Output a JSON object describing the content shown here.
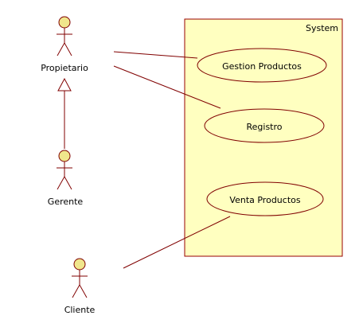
{
  "system": {
    "label": "System",
    "fill": "#ffffc0",
    "stroke": "#990000"
  },
  "colors": {
    "line": "#800000",
    "actor_head": "#f0e68c",
    "ellipse_fill": "#ffffc0"
  },
  "actors": [
    {
      "id": "propietario",
      "name": "Propietario"
    },
    {
      "id": "gerente",
      "name": "Gerente"
    },
    {
      "id": "cliente",
      "name": "Cliente"
    }
  ],
  "use_cases": [
    {
      "id": "gestion",
      "name": "Gestion Productos"
    },
    {
      "id": "registro",
      "name": "Registro"
    },
    {
      "id": "venta",
      "name": "Venta Productos"
    }
  ],
  "associations": [
    {
      "from": "propietario",
      "to": "gestion"
    },
    {
      "from": "propietario",
      "to": "registro"
    },
    {
      "from": "cliente",
      "to": "venta"
    }
  ],
  "generalizations": [
    {
      "child": "gerente",
      "parent": "propietario"
    }
  ]
}
